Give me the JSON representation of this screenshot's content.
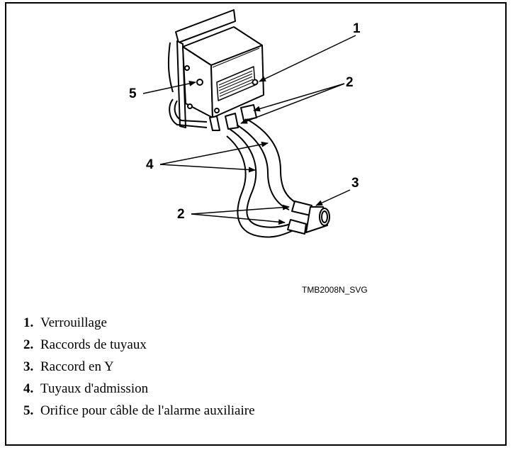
{
  "figure": {
    "callouts": {
      "c1": "1",
      "c2a": "2",
      "c2b": "2",
      "c3": "3",
      "c4": "4",
      "c5": "5"
    },
    "figure_id": "TMB2008N_SVG"
  },
  "legend": {
    "items": [
      {
        "num": "1.",
        "text": "Verrouillage"
      },
      {
        "num": "2.",
        "text": "Raccords de tuyaux"
      },
      {
        "num": "3.",
        "text": "Raccord en Y"
      },
      {
        "num": "4.",
        "text": "Tuyaux d'admission"
      },
      {
        "num": "5.",
        "text": "Orifice pour câble de l'alarme auxiliaire"
      }
    ]
  }
}
